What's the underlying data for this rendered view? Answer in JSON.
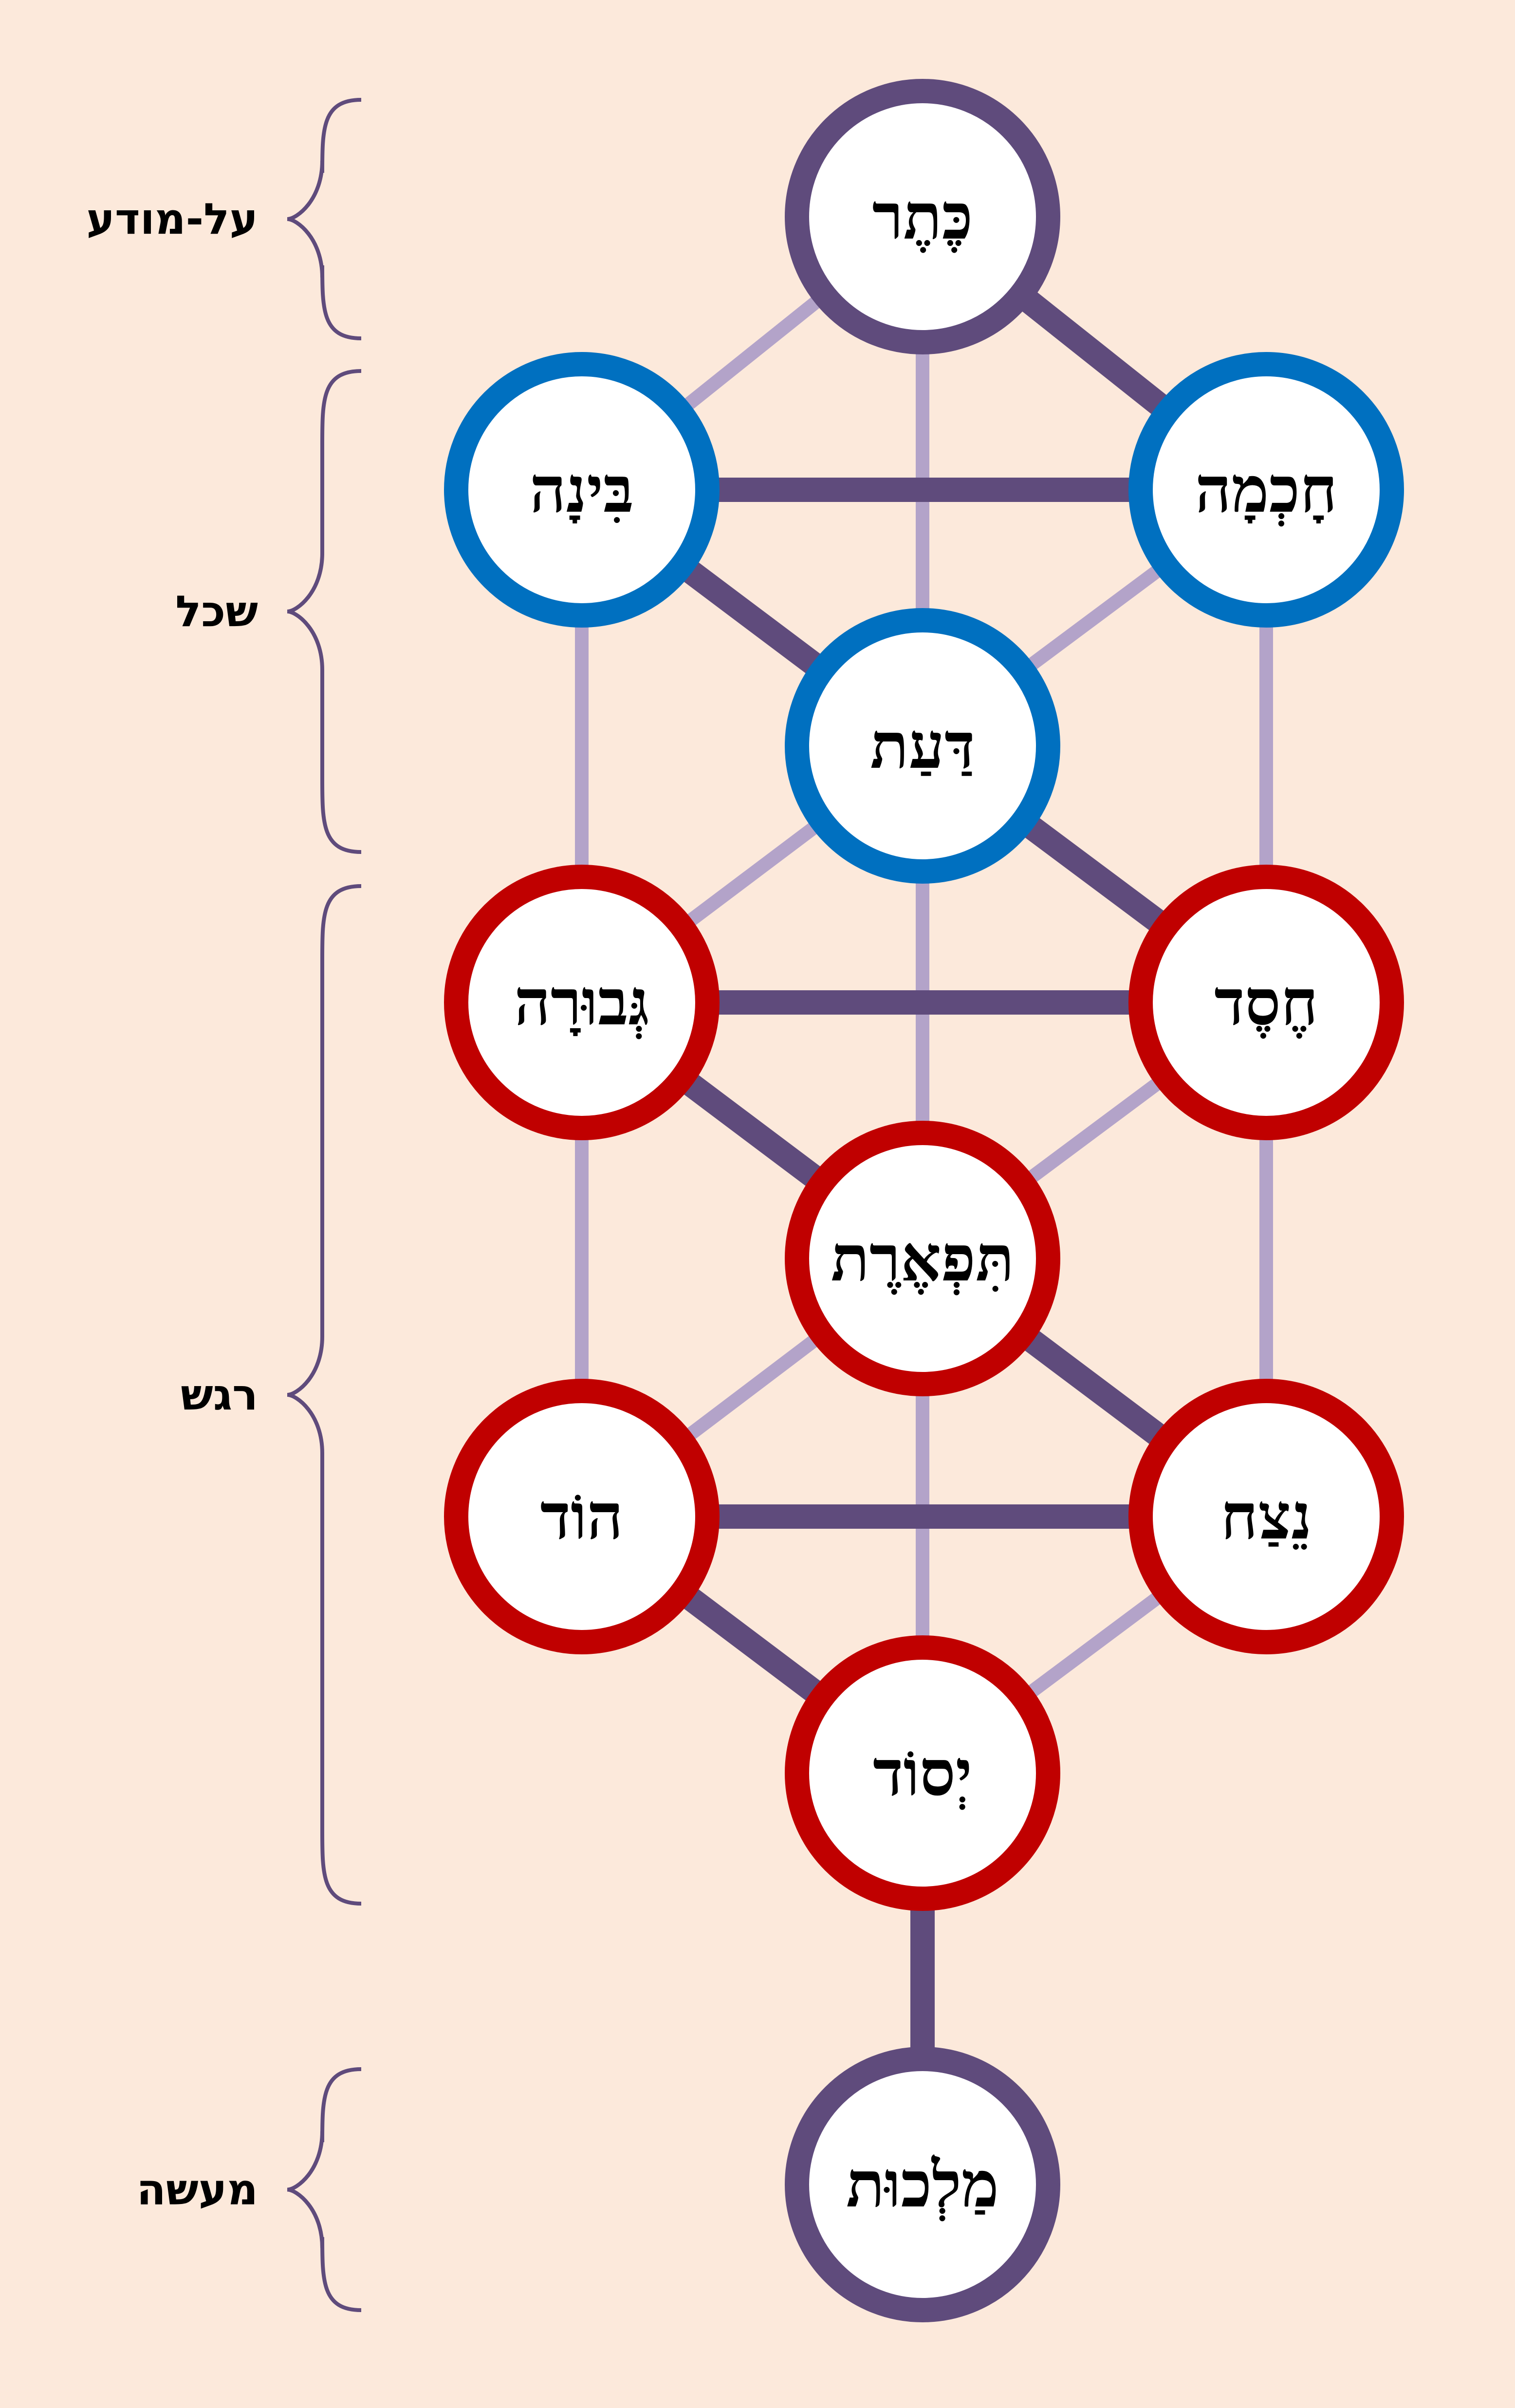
{
  "colors": {
    "background": "#fce9db",
    "path_strong": "#5f4b7c",
    "path_light": "#b3a3c9",
    "crown": "#5f4b7c",
    "intellect": "#0070c0",
    "emotion": "#c00000"
  },
  "nodes": [
    {
      "id": "keter",
      "label": "כֶּתֶר",
      "ring": "#5f4b7c"
    },
    {
      "id": "chokhmah",
      "label": "חָכְמָה",
      "ring": "#0070c0"
    },
    {
      "id": "binah",
      "label": "בִּינָה",
      "ring": "#0070c0"
    },
    {
      "id": "daat",
      "label": "דַּעַת",
      "ring": "#0070c0"
    },
    {
      "id": "chesed",
      "label": "חֶסֶד",
      "ring": "#c00000"
    },
    {
      "id": "gevurah",
      "label": "גְּבוּרָה",
      "ring": "#c00000"
    },
    {
      "id": "tiferet",
      "label": "תִּפְאֶרֶת",
      "ring": "#c00000"
    },
    {
      "id": "netzach",
      "label": "נֵצַח",
      "ring": "#c00000"
    },
    {
      "id": "hod",
      "label": "הוֹד",
      "ring": "#c00000"
    },
    {
      "id": "yesod",
      "label": "יְסוֹד",
      "ring": "#c00000"
    },
    {
      "id": "malkhut",
      "label": "מַלְכוּת",
      "ring": "#5f4b7c"
    }
  ],
  "groups": [
    {
      "id": "superconscious",
      "label": "על-מודע"
    },
    {
      "id": "intellect",
      "label": "שכל"
    },
    {
      "id": "emotion",
      "label": "רגש"
    },
    {
      "id": "action",
      "label": "מעשה"
    }
  ]
}
